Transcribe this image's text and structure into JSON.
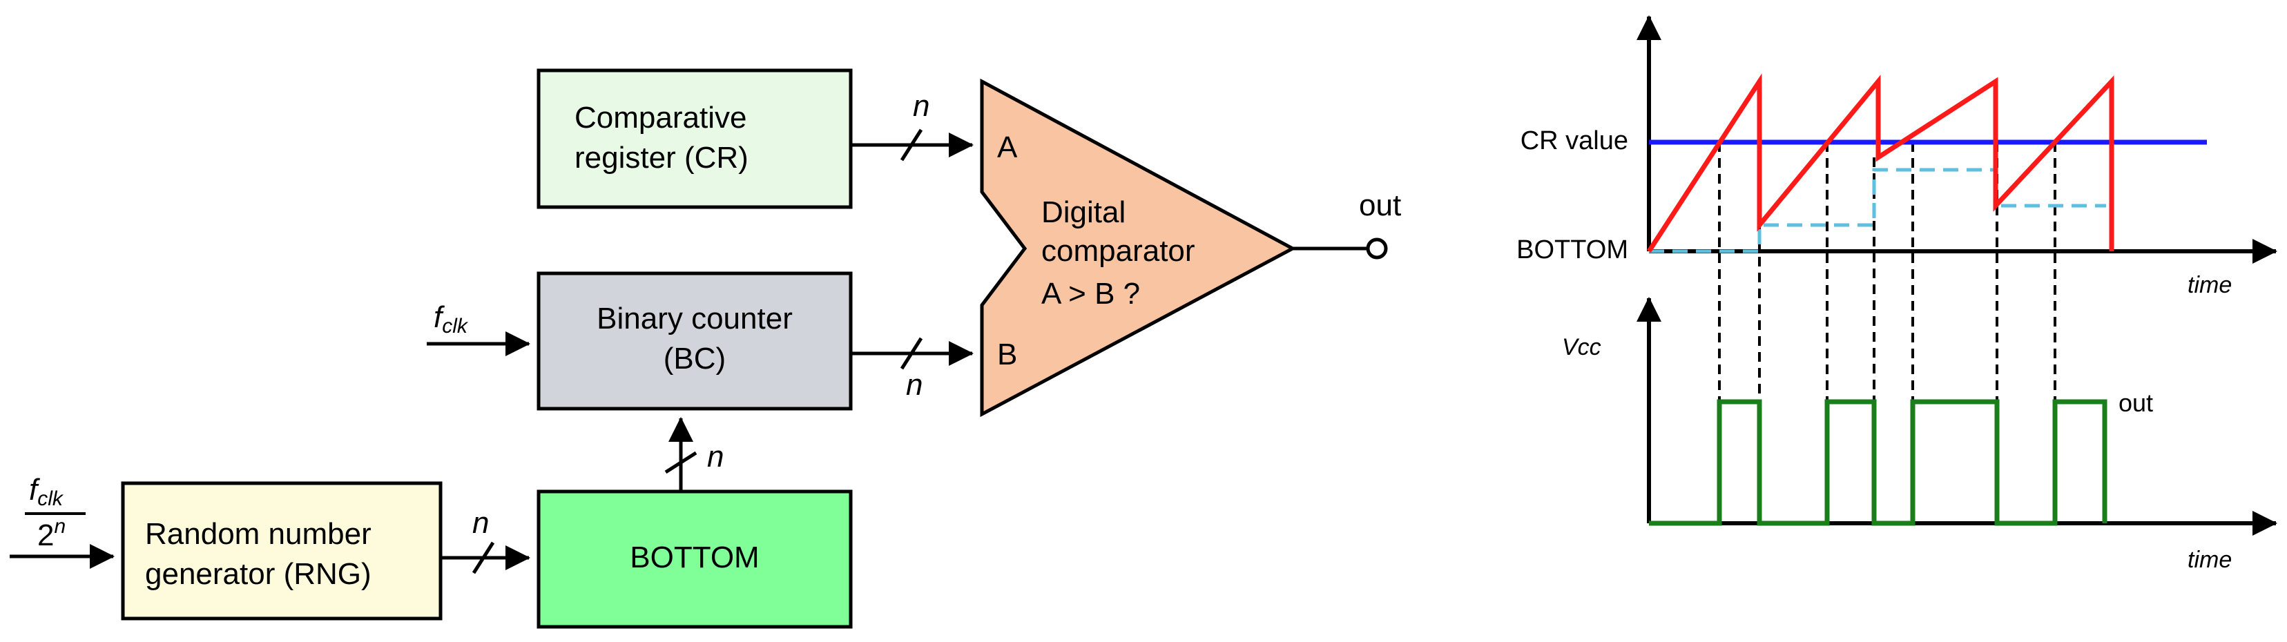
{
  "blocks": {
    "cr_line1": "Comparative",
    "cr_line2": "register (CR)",
    "bc_line1": "Binary counter",
    "bc_line2": "(BC)",
    "bottom": "BOTTOM",
    "rng_line1": "Random number",
    "rng_line2": "generator (RNG)"
  },
  "comparator": {
    "line1": "Digital",
    "line2": "comparator",
    "line3": "A > B ?",
    "input_a": "A",
    "input_b": "B",
    "output": "out"
  },
  "signals": {
    "bus_width": "n",
    "fclk_base": "f",
    "fclk_sub": "clk",
    "div_den_base": "2",
    "div_den_exp": "n"
  },
  "timing": {
    "cr_value": "CR value",
    "bottom": "BOTTOM",
    "time_top": "time",
    "vcc": "Vcc",
    "out": "out",
    "time_bottom": "time"
  },
  "colors": {
    "cr_fill": "#e8fae6",
    "bc_fill": "#d1d5db",
    "bottom_fill": "#80ff99",
    "rng_fill": "#fefbdc",
    "comparator_fill": "#f8c4a2",
    "sawtooth": "#ff1a1a",
    "cr_line": "#1a1aff",
    "bottom_level": "#5fbfdf",
    "pwm": "#1a7f1a"
  }
}
